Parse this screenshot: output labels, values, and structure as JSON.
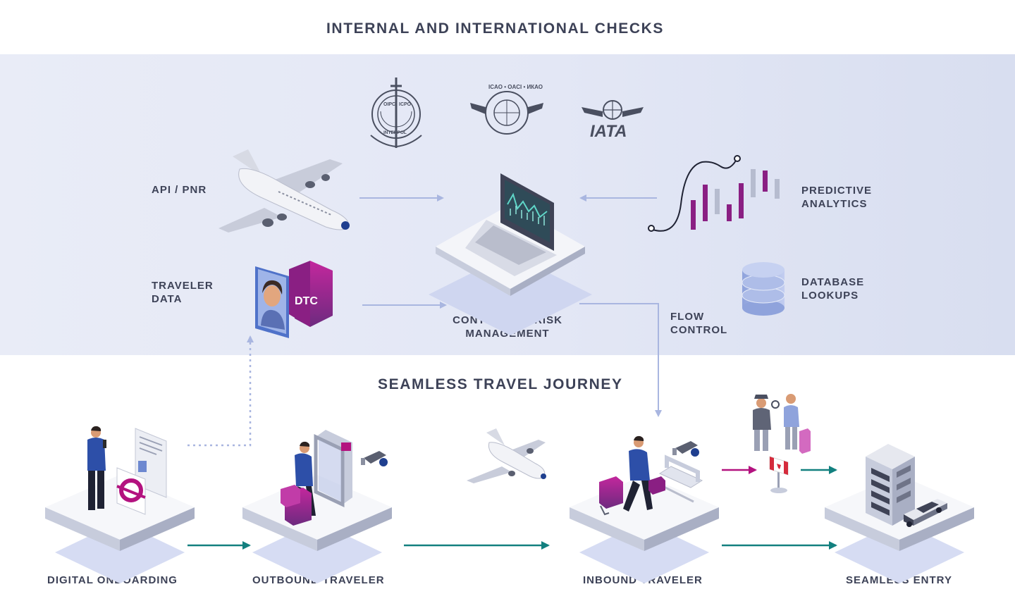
{
  "titles": {
    "top": "INTERNAL AND INTERNATIONAL CHECKS",
    "journey": "SEAMLESS TRAVEL JOURNEY"
  },
  "logos": {
    "interpol": [
      "OIPC",
      "ICPO",
      "INTERPOL"
    ],
    "icao": "ICAO • OACI • ИКАО",
    "iata": "IATA"
  },
  "device_labels": {
    "dtc": "DTC"
  },
  "labels": {
    "api_pnr": "API / PNR",
    "traveler_data": [
      "TRAVELER",
      "DATA"
    ],
    "continuous_risk": [
      "CONTINUOUS RISK",
      "MANAGEMENT"
    ],
    "predictive": [
      "PREDICTIVE",
      "ANALYTICS"
    ],
    "database": [
      "DATABASE",
      "LOOKUPS"
    ],
    "flow_control": [
      "FLOW",
      "CONTROL"
    ]
  },
  "stages": [
    "DIGITAL ONBOARDING",
    "OUTBOUND TRAVELER",
    "INBOUND TRAVELER",
    "SEAMLESS ENTRY"
  ],
  "colors": {
    "band": "#e5e9f6",
    "arrow_light": "#a9b6e0",
    "arrow_teal": "#12807f",
    "arrow_magenta": "#b3127f",
    "purple": "#8a1f83",
    "navy": "#1f3f8f",
    "text": "#3d4257"
  },
  "icons": [
    "interpol-logo",
    "icao-logo",
    "iata-logo",
    "airplane",
    "laptop",
    "candlestick-chart",
    "database",
    "passport",
    "dtc-shield",
    "person",
    "security-gate",
    "camera",
    "luggage",
    "building",
    "car",
    "flag"
  ]
}
